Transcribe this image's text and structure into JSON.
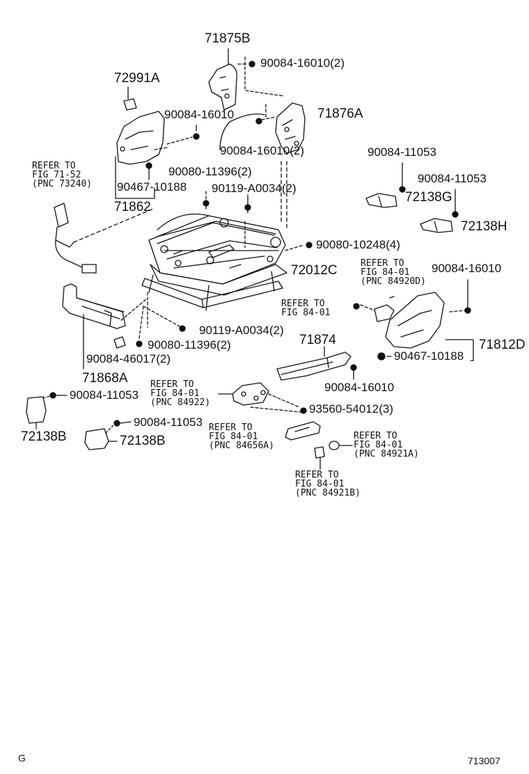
{
  "parts": {
    "p71875B": "71875B",
    "p90084_16010_2_top": "90084-16010(2)",
    "p72991A": "72991A",
    "p90084_16010_a": "90084-16010",
    "p71876A": "71876A",
    "p90084_16010_2_mid": "90084-16010(2)",
    "p90084_11053_a": "90084-11053",
    "p90080_11396_2_a": "90080-11396(2)",
    "p90467_10188_a": "90467-10188",
    "p90119_A0034_2_a": "90119-A0034(2)",
    "p90084_11053_b": "90084-11053",
    "p71862": "71862",
    "p72138G": "72138G",
    "p72138H": "72138H",
    "p90080_10248_4": "90080-10248(4)",
    "p72012C": "72012C",
    "p90084_16010_b": "90084-16010",
    "p90119_A0034_2_b": "90119-A0034(2)",
    "p90080_11396_2_b": "90080-11396(2)",
    "p90084_46017_2": "90084-46017(2)",
    "p71874": "71874",
    "p71812D": "71812D",
    "p90467_10188_b": "90467-10188",
    "p71868A": "71868A",
    "p90084_16010_c": "90084-16010",
    "p90084_11053_c": "90084-11053",
    "p72138B_a": "72138B",
    "p93560_54012_3": "93560-54012(3)",
    "p90084_11053_d": "90084-11053",
    "p72138B_b": "72138B"
  },
  "refs": {
    "r73240": "REFER TO\nFIG 71-52\n(PNC 73240)",
    "r84920D": "REFER TO\nFIG 84-01\n(PNC 84920D)",
    "r8401_mid": "REFER TO\nFIG 84-01",
    "r84922": "REFER TO\nFIG 84-01\n(PNC 84922)",
    "r84656A": "REFER TO\nFIG 84-01\n(PNC 84656A)",
    "r84921A": "REFER TO\nFIG 84-01\n(PNC 84921A)",
    "r84921B": "REFER TO\nFIG 84-01\n(PNC 84921B)"
  },
  "footer": {
    "left": "G",
    "right": "713007"
  }
}
